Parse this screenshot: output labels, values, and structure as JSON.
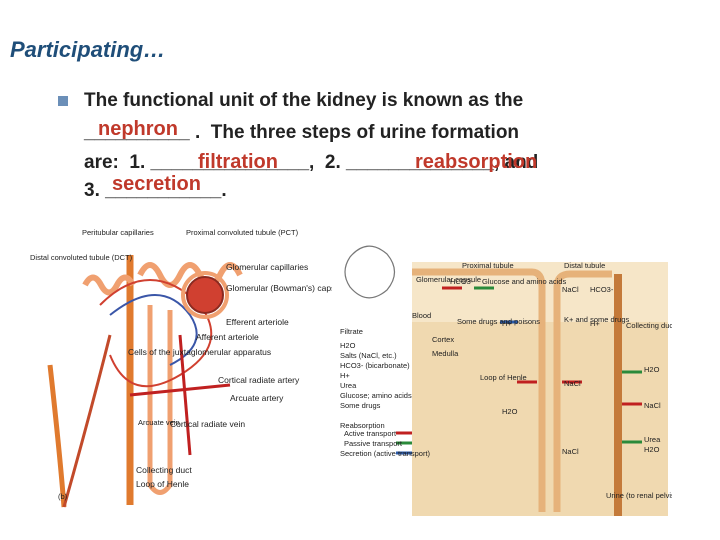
{
  "slide": {
    "title": "Participating…",
    "question": {
      "line1": "The functional unit of the kidney is known as the",
      "line2": "__________ .  The three steps of urine formation",
      "line3": "are:  1. _______________,  2. ______________, and",
      "line4": "3. ___________.",
      "answers": {
        "nephron": "nephron",
        "filtration": "filtration",
        "reabsorption": "reabsorption",
        "secretion": "secretion"
      }
    }
  },
  "figure_left": {
    "labels": {
      "peritubular": "Peritubular capillaries",
      "pct": "Proximal convoluted tubule (PCT)",
      "dct": "Distal convoluted tubule (DCT)",
      "glomerular_caps": "Glomerular capillaries",
      "glomerular_capsule": "Glomerular (Bowman's) capsule",
      "efferent": "Efferent arteriole",
      "afferent": "Afferent arteriole",
      "jg": "Cells of the juxtaglomerular apparatus",
      "cortical_artery": "Cortical radiate artery",
      "arcuate_artery": "Arcuate artery",
      "arcuate_vein": "Arcuate vein",
      "cortical_vein": "Cortical radiate vein",
      "collecting_duct": "Collecting duct",
      "loop": "Loop of Henle",
      "panel": "(b)"
    }
  },
  "figure_right": {
    "labels": {
      "proximal": "Proximal tubule",
      "distal": "Distal tubule",
      "glomerular": "Glomerular capsule",
      "hco3": "HCO3-",
      "glucose": "Glucose and amino acids",
      "nacl": "NaCl",
      "h2o": "H2O",
      "blood": "Blood",
      "some_drugs": "Some drugs and poisons",
      "h_plus": "H+",
      "k_plus": "K+ and some drugs",
      "collecting": "Collecting duct",
      "filtrate": "Filtrate",
      "filtrate_items": [
        "H2O",
        "Salts (NaCl, etc.)",
        "HCO3- (bicarbonate)",
        "H+",
        "Urea",
        "Glucose; amino acids",
        "Some drugs"
      ],
      "cortex": "Cortex",
      "medulla": "Medulla",
      "loop": "Loop of Henle",
      "urea": "Urea",
      "reabsorption": "Reabsorption",
      "active": "Active transport",
      "passive": "Passive transport",
      "secretion": "Secretion (active transport)",
      "urine": "Urine (to renal pelvis)"
    }
  }
}
